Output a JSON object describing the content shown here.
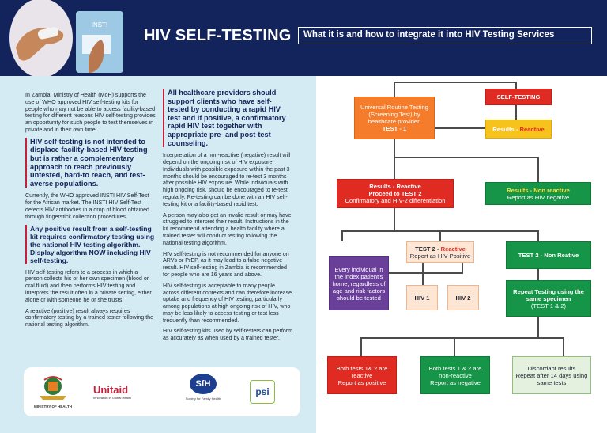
{
  "header": {
    "title": "HIV SELF-TESTING",
    "subtitle": "What it is and how to integrate it into HIV Testing Services",
    "kit_label": "INSTI"
  },
  "col1": {
    "intro": "In Zambia, Ministry of Health (MoH) supports the use of WHO approved HIV self-testing kits for people who may not be able to access facility-based testing for different reasons HIV self-testing provides an opportunity for such people to test themselves in private and in their own time.",
    "callout1": "HIV self-testing is not intended to displace facility-based HIV testing but is rather a complementary approach to reach previously untested, hard-to reach, and test-averse populations.",
    "para2": "Currently, the WHO approved INSTI HIV Self-Test for the African market. The INSTI HIV Self-Test detects HIV antibodies in a drop of blood obtained through fingerstick collection procedures.",
    "callout2": "Any positive result from a self-testing kit requires confirmatory testing using the national HIV testing algorithm. Display algorithm NOW including HIV self-testing.",
    "para3": "HIV self-testing refers to a process in which a person collects his or her own specimen (blood or oral fluid) and then performs HIV testing and interprets the result often in a private setting, either alone or with someone he or she trusts.",
    "para4": "A reactive (positive) result always requires confirmatory testing by a trained tester following the national testing algorithm."
  },
  "col2": {
    "callout": "All healthcare providers should support clients who have self-tested by conducting a rapid HIV test and if positive, a confirmatory rapid HIV test together with appropriate pre- and post-test counseling.",
    "para1": "Interpretation of a non-reactive (negative) result will depend on the ongoing risk of HIV exposure. Individuals with possible exposure within the past 3 months should be encouraged to re-test 3 months after possible HIV exposure. While individuals with high ongoing risk, should be encouraged to re-test regularly. Re-testing can be done with an HIV self-testing kit or a facility-based rapid test.",
    "para2": "A person may also get an invalid result or may have struggled to interpret their result. Instructions in the kit recommend attending a health facility where a trained tester will conduct testing following the national testing algorithm.",
    "para3": "HIV self-testing is not recommended for anyone on ARVs or PrEP, as it may lead to a false negative result. HIV self-testing in Zambia is recommended for people who are 16 years and above.",
    "para4": "HIV self-testing is acceptable to many people across different contexts and can therefore increase uptake and frequency of HIV testing, particularly among populations at high ongoing risk of HIV, who may be less likely to access testing or test less frequently than recommended.",
    "para5": "HIV self-testing kits used by self-testers can perform as accurately as when used by a trained tester."
  },
  "logos": {
    "moh": "MINISTRY OF HEALTH",
    "unitaid": "Unitaid",
    "unitaid_tag": "Innovation in Global Health",
    "sfh": "SfH",
    "sfh_tag": "Society for Family Health",
    "psi": "psi"
  },
  "flow": {
    "self_testing": "SELF-TESTING",
    "results_reactive_prefix": "Results - ",
    "results_reactive_word": "Reactive",
    "universal_line1": "Universal Routine Testing (Screening Test) by healthcare provider.",
    "universal_line2": "TEST - 1",
    "reactive_head": "Results - Reactive",
    "reactive_line2": "Proceed to TEST 2",
    "reactive_line3": "Confirmatory and HIV-2 differentiation",
    "nonreactive_head": "Results - Non reactive",
    "nonreactive_line2": "Report as HIV negative",
    "test2_reactive_prefix": "TEST 2 - ",
    "test2_reactive_word": "Reactive",
    "test2_reactive_line2": "Report as HIV Positive",
    "test2_nonreactive": "TEST 2 - Non Reative",
    "index_note": "Every individual in the index patient's home, regardless of age and risk factors should be tested",
    "hiv1": "HIV 1",
    "hiv2": "HIV 2",
    "repeat_line1": "Repeat Testing using the same specimen",
    "repeat_line2": "(TEST 1 & 2)",
    "both_reactive_line1": "Both tests 1& 2 are reactive",
    "both_reactive_line2": "Report as positive",
    "both_nonreactive_line1": "Both tests 1 & 2 are non-reactive",
    "both_nonreactive_line2": "Report as negative",
    "discordant_line1": "Discordant results",
    "discordant_line2": "Repeat after 14 days using same tests"
  },
  "colors": {
    "navy": "#13235c",
    "red": "#e02b22",
    "orange": "#f47c2a",
    "yellow": "#f7c21c",
    "green": "#169447",
    "purple": "#6a3f9a",
    "peach": "#fde6d4",
    "light_green": "#e4f1de"
  }
}
